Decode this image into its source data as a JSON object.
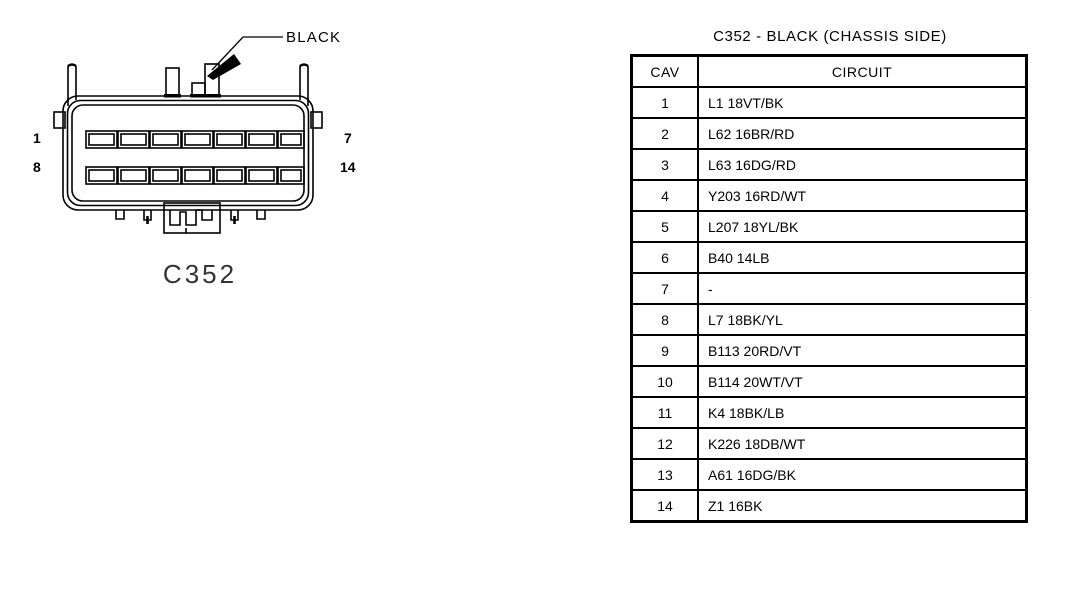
{
  "connector": {
    "caption": "C352",
    "callout_label": "BLACK",
    "pin_top_left": "1",
    "pin_bottom_left": "8",
    "pin_top_right": "7",
    "pin_bottom_right": "14",
    "cavity_columns": 7,
    "cavity_rows": 2,
    "line_color": "#000000"
  },
  "table": {
    "title": "C352 - BLACK (CHASSIS SIDE)",
    "headers": [
      "CAV",
      "CIRCUIT"
    ],
    "rows": [
      {
        "cav": "1",
        "circuit": "L1 18VT/BK"
      },
      {
        "cav": "2",
        "circuit": "L62 16BR/RD"
      },
      {
        "cav": "3",
        "circuit": "L63 16DG/RD"
      },
      {
        "cav": "4",
        "circuit": "Y203 16RD/WT"
      },
      {
        "cav": "5",
        "circuit": "L207 18YL/BK"
      },
      {
        "cav": "6",
        "circuit": "B40 14LB"
      },
      {
        "cav": "7",
        "circuit": "-"
      },
      {
        "cav": "8",
        "circuit": "L7 18BK/YL"
      },
      {
        "cav": "9",
        "circuit": "B113 20RD/VT"
      },
      {
        "cav": "10",
        "circuit": "B114 20WT/VT"
      },
      {
        "cav": "11",
        "circuit": "K4 18BK/LB"
      },
      {
        "cav": "12",
        "circuit": "K226 18DB/WT"
      },
      {
        "cav": "13",
        "circuit": "A61 16DG/BK"
      },
      {
        "cav": "14",
        "circuit": "Z1 16BK"
      }
    ]
  }
}
